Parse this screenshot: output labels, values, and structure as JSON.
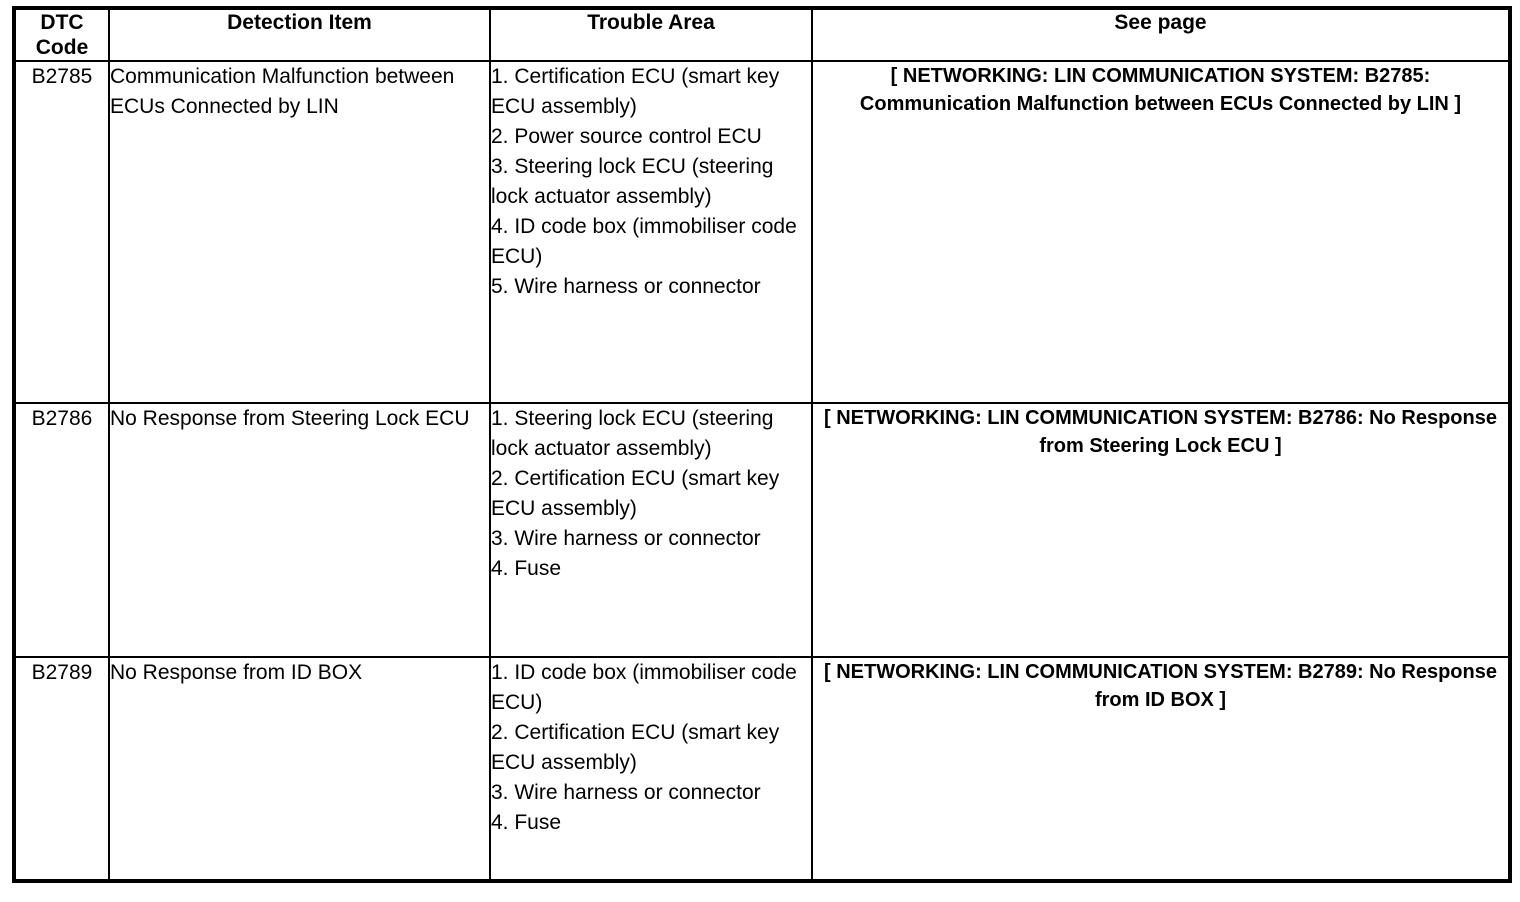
{
  "table": {
    "headers": [
      {
        "id": "dtc-code",
        "lines": [
          "DTC",
          "Code"
        ]
      },
      {
        "id": "detection-item",
        "lines": [
          "Detection Item"
        ]
      },
      {
        "id": "trouble-area",
        "lines": [
          "Trouble Area"
        ]
      },
      {
        "id": "see-page",
        "lines": [
          "See page"
        ]
      }
    ],
    "rows": [
      {
        "dtc_code": "B2785",
        "detection_item": "Communication Malfunction between ECUs Connected by LIN",
        "trouble_area": [
          "1. Certification ECU (smart key ECU assembly)",
          "2. Power source control ECU",
          "3. Steering lock ECU (steering lock actuator assembly)",
          "4. ID code box (immobiliser code ECU)",
          "5. Wire harness or connector"
        ],
        "see_page": "[ NETWORKING: LIN COMMUNICATION SYSTEM: B2785: Communication Malfunction between ECUs Connected by LIN ]"
      },
      {
        "dtc_code": "B2786",
        "detection_item": "No Response from Steering Lock ECU",
        "trouble_area": [
          "1. Steering lock ECU (steering lock actuator assembly)",
          "2. Certification ECU (smart key ECU assembly)",
          "3. Wire harness or connector",
          "4. Fuse"
        ],
        "see_page": "[ NETWORKING: LIN COMMUNICATION SYSTEM: B2786: No Response from Steering Lock ECU ]"
      },
      {
        "dtc_code": "B2789",
        "detection_item": "No Response from ID BOX",
        "trouble_area": [
          "1. ID code box (immobiliser code ECU)",
          "2. Certification ECU (smart key ECU assembly)",
          "3. Wire harness or connector",
          "4. Fuse"
        ],
        "see_page": "[ NETWORKING: LIN COMMUNICATION SYSTEM: B2789: No Response from ID BOX ]"
      }
    ]
  },
  "colors": {
    "border": "#000000",
    "text": "#000000",
    "background": "#ffffff"
  }
}
